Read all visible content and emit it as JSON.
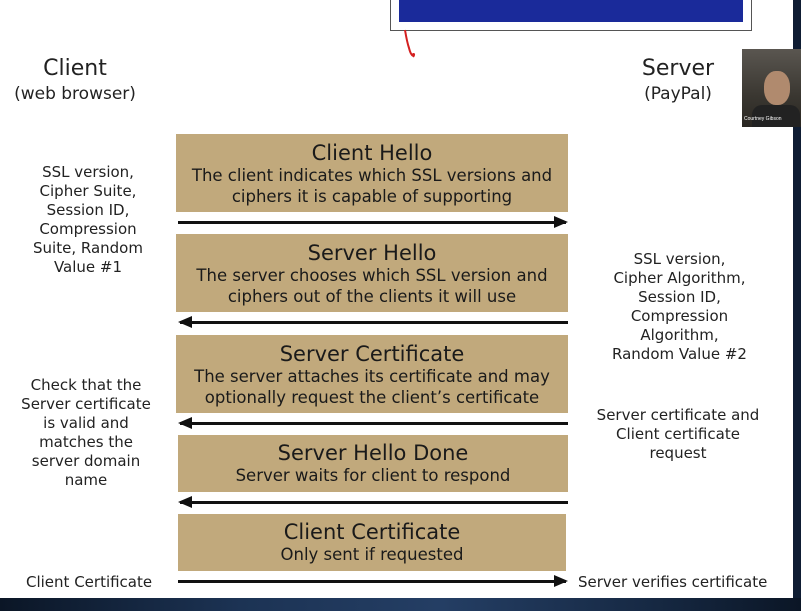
{
  "client": {
    "title": "Client",
    "subtitle": "(web browser)"
  },
  "server": {
    "title": "Server",
    "subtitle": "(PayPal)"
  },
  "video": {
    "participant_name": "Courtney Gibson"
  },
  "steps": [
    {
      "title": "Client Hello",
      "desc": "The client indicates which SSL versions and ciphers it is capable of supporting",
      "direction": "to-server"
    },
    {
      "title": "Server Hello",
      "desc": "The server chooses which SSL version and ciphers out of the clients it will use",
      "direction": "to-client"
    },
    {
      "title": "Server Certificate",
      "desc": "The server attaches its certificate and may optionally request the client’s certificate",
      "direction": "to-client"
    },
    {
      "title": "Server Hello Done",
      "desc": "Server waits for client to respond",
      "direction": "to-client"
    },
    {
      "title": "Client Certificate",
      "desc": "Only sent if requested",
      "direction": "to-server"
    }
  ],
  "notes": {
    "client_hello": "SSL version,\nCipher Suite,\nSession ID,\nCompression\nSuite, Random\nValue #1",
    "server_hello": "SSL version,\nCipher Algorithm,\nSession ID,\nCompression\nAlgorithm,\nRandom Value #2",
    "client_check": "Check that the\nServer certificate\nis valid and\nmatches the\nserver domain\nname",
    "server_cert": "Server certificate and\nClient certificate\nrequest",
    "client_cert": "Client Certificate",
    "server_verify": "Server verifies certificate"
  },
  "colors": {
    "box": "#c1a97c",
    "banner": "#1a2a9a",
    "arrow": "#111111"
  }
}
